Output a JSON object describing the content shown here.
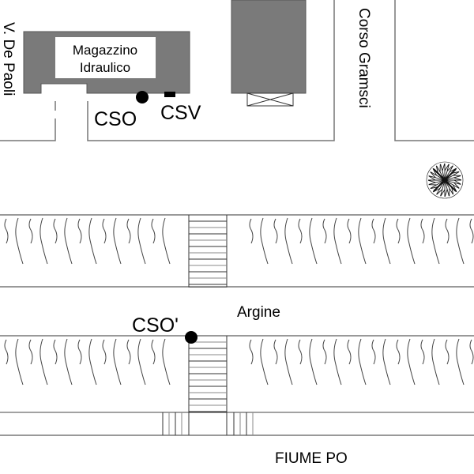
{
  "map": {
    "labels": {
      "street_left": "V. De Paoli",
      "street_right": "Corso Gramsci",
      "building_line1": "Magazzino",
      "building_line2": "Idraulico",
      "cso": "CSO",
      "csv": "CSV",
      "cso_prime": "CSO'",
      "argine": "Argine",
      "river": "FIUME PO"
    },
    "colors": {
      "building_fill": "#7a7a7a",
      "line": "#333333",
      "marker": "#000000",
      "background": "#ffffff"
    },
    "symbols": {
      "cso_marker": "filled-circle",
      "csv_marker": "filled-rectangle",
      "cso_prime_marker": "filled-circle",
      "tree": "tree-icon",
      "vegetation": "reed-marsh-pattern",
      "bridge": "ladder-crossing"
    }
  }
}
